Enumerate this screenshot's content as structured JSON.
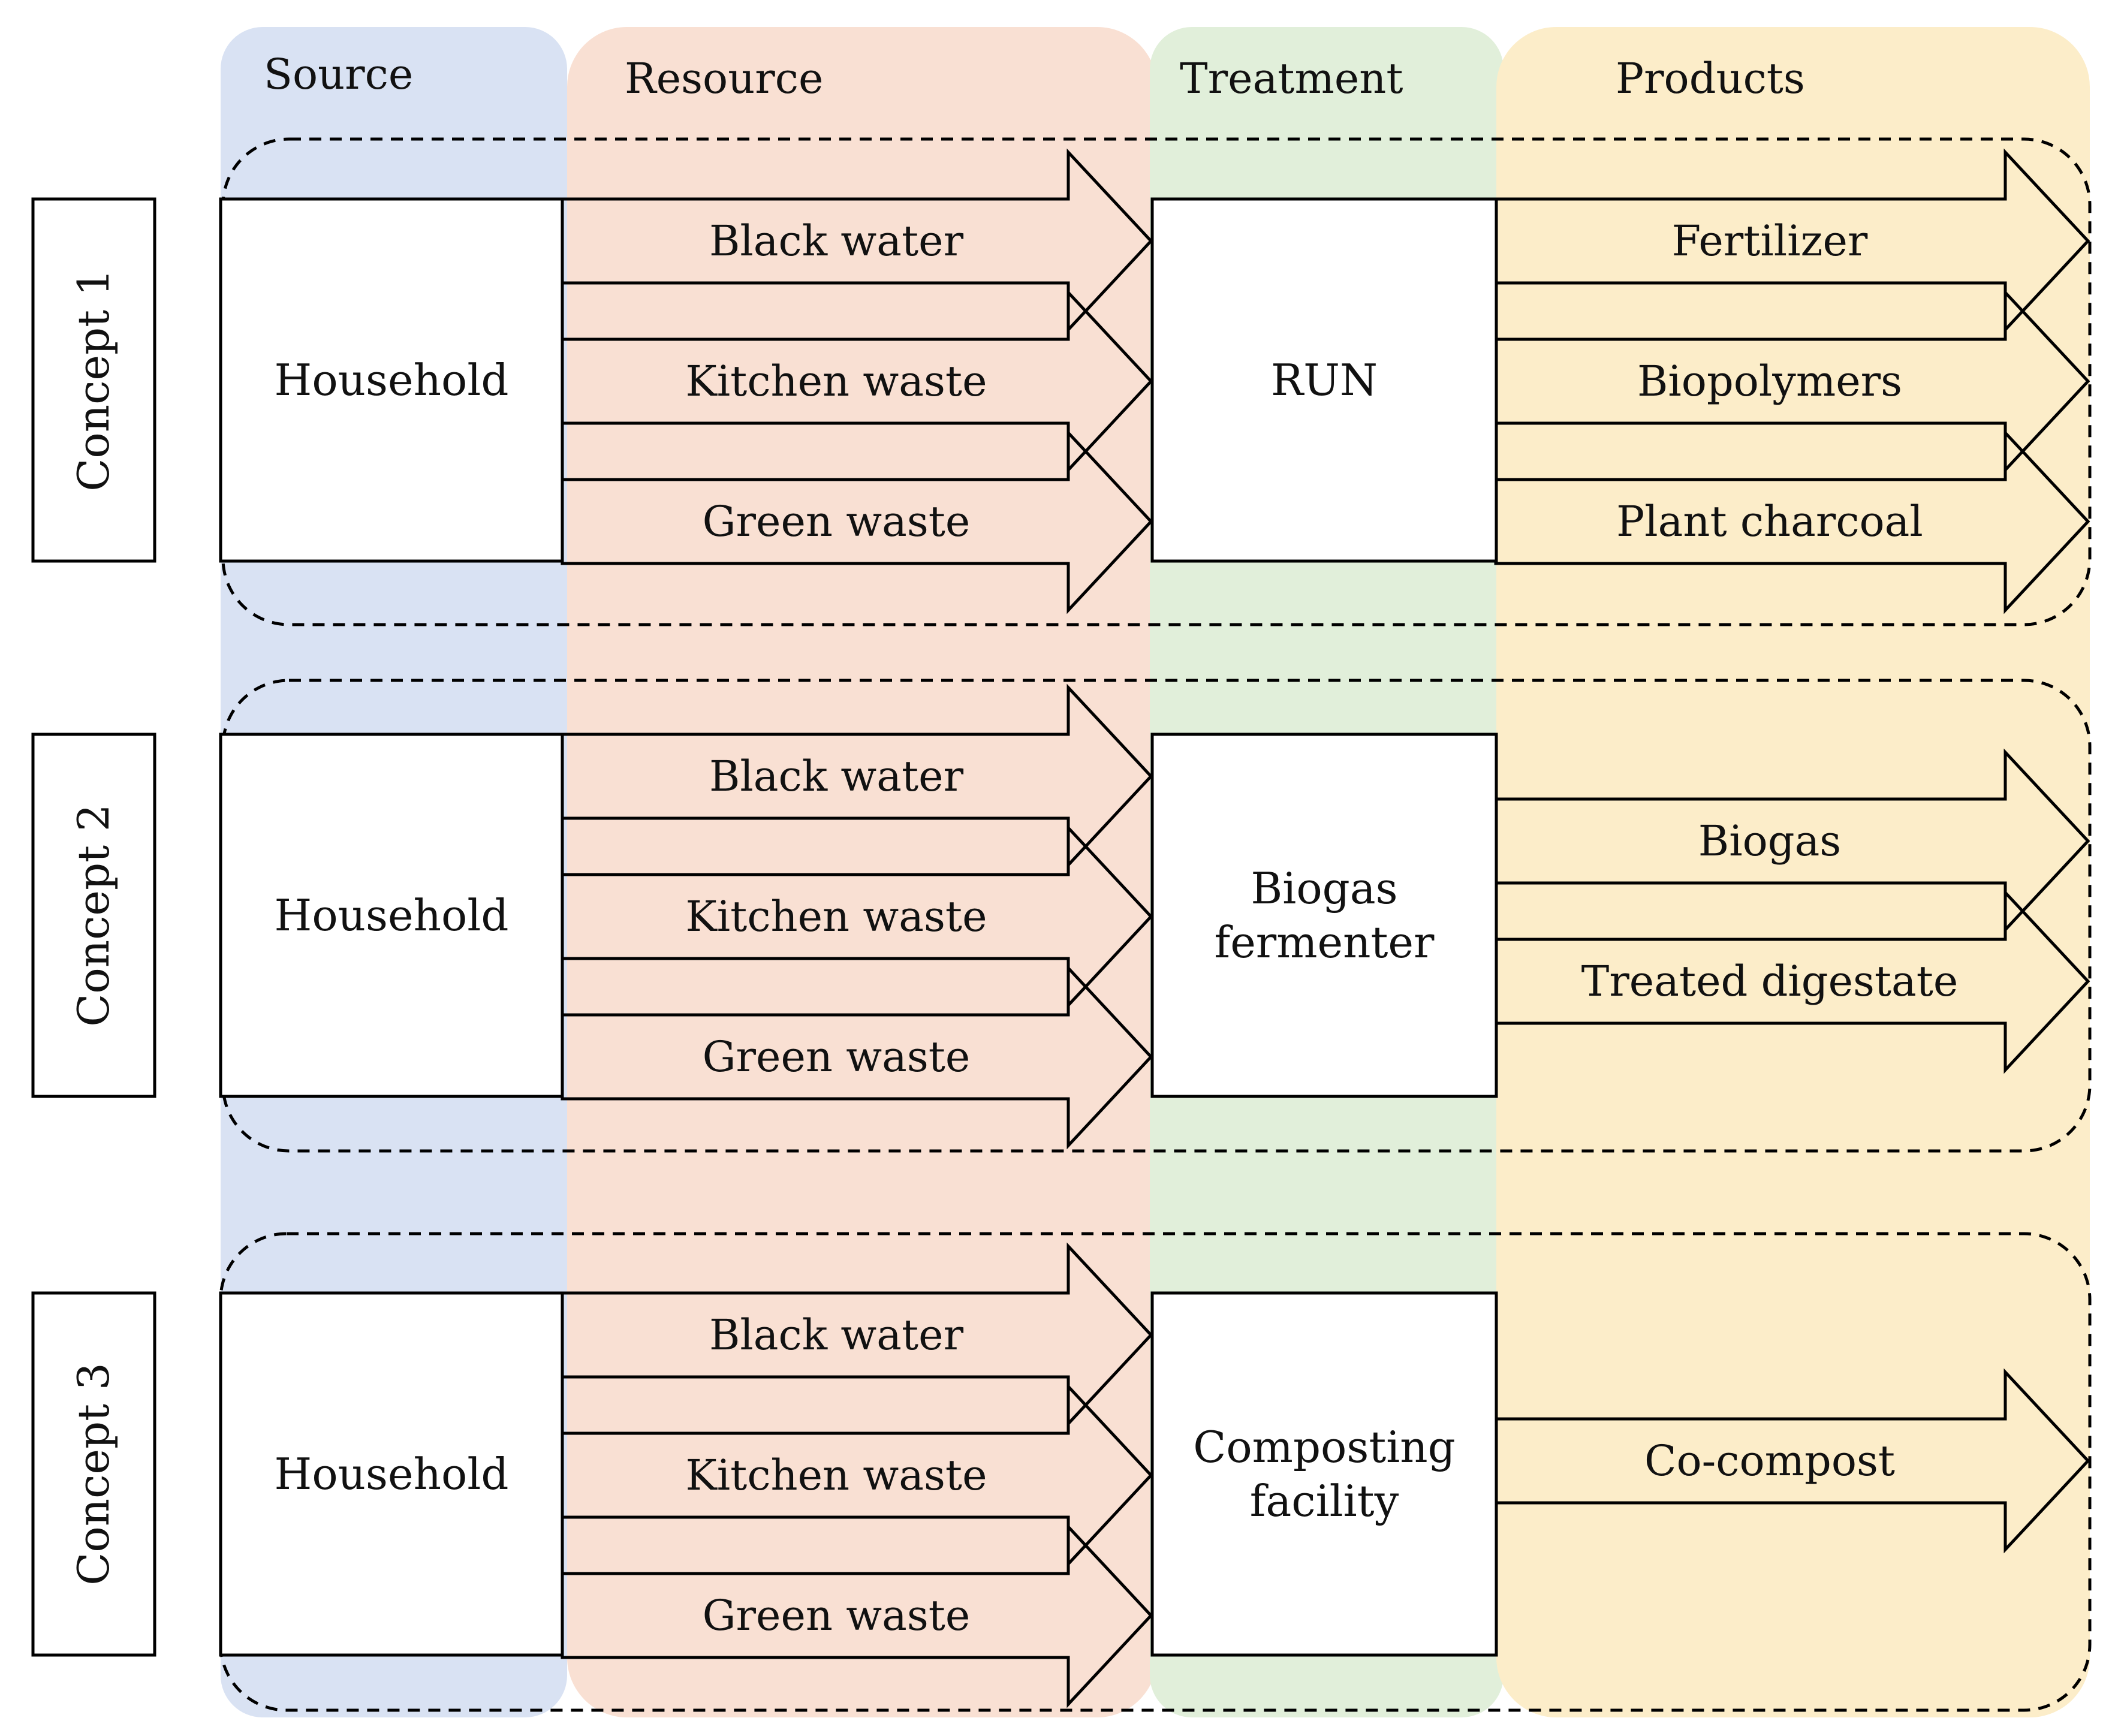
{
  "colors": {
    "source_bg": "#d9e2f3",
    "resource_bg": "#f9e0d3",
    "treatment_bg": "#e1efda",
    "products_bg": "#fcedc9",
    "stroke": "#000000",
    "box_fill": "#ffffff"
  },
  "columns": {
    "source": "Source",
    "resource": "Resource",
    "treatment": "Treatment",
    "products": "Products"
  },
  "concepts": [
    {
      "label": "Concept 1",
      "source": "Household",
      "resources": [
        "Black water",
        "Kitchen waste",
        "Green waste"
      ],
      "treatment": [
        "RUN"
      ],
      "products": [
        "Fertilizer",
        "Biopolymers",
        "Plant charcoal"
      ]
    },
    {
      "label": "Concept 2",
      "source": "Household",
      "resources": [
        "Black water",
        "Kitchen waste",
        "Green waste"
      ],
      "treatment": [
        "Biogas",
        "fermenter"
      ],
      "products": [
        "Biogas",
        "Treated digestate"
      ]
    },
    {
      "label": "Concept 3",
      "source": "Household",
      "resources": [
        "Black water",
        "Kitchen waste",
        "Green waste"
      ],
      "treatment": [
        "Composting",
        "facility"
      ],
      "products": [
        "Co-compost"
      ]
    }
  ]
}
